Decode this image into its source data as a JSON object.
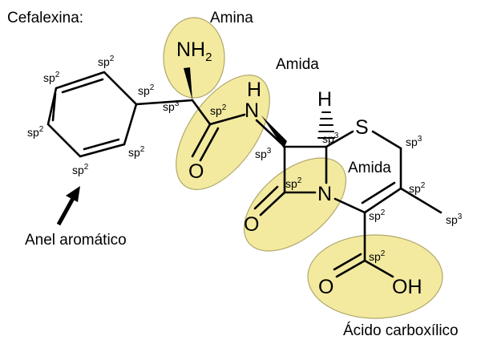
{
  "title": "Cefalexina:",
  "labels": {
    "amina": "Amina",
    "amida1": "Amida",
    "amida2": "Amida",
    "anel": "Anel aromático",
    "acido": "Ácido carboxílico"
  },
  "atoms": {
    "nh2_n": "NH",
    "nh2_sub": "2",
    "amide_n": "N",
    "amide_h": "H",
    "h_top": "H",
    "s": "S",
    "o_amide": "O",
    "ring_n": "N",
    "o_lactam": "O",
    "o_acid": "O",
    "oh": "OH"
  },
  "hyb": {
    "sp": "sp",
    "two": "2",
    "three": "3"
  },
  "colors": {
    "highlight": "#f3eaa0",
    "highlight_stroke": "#b0a86a"
  }
}
